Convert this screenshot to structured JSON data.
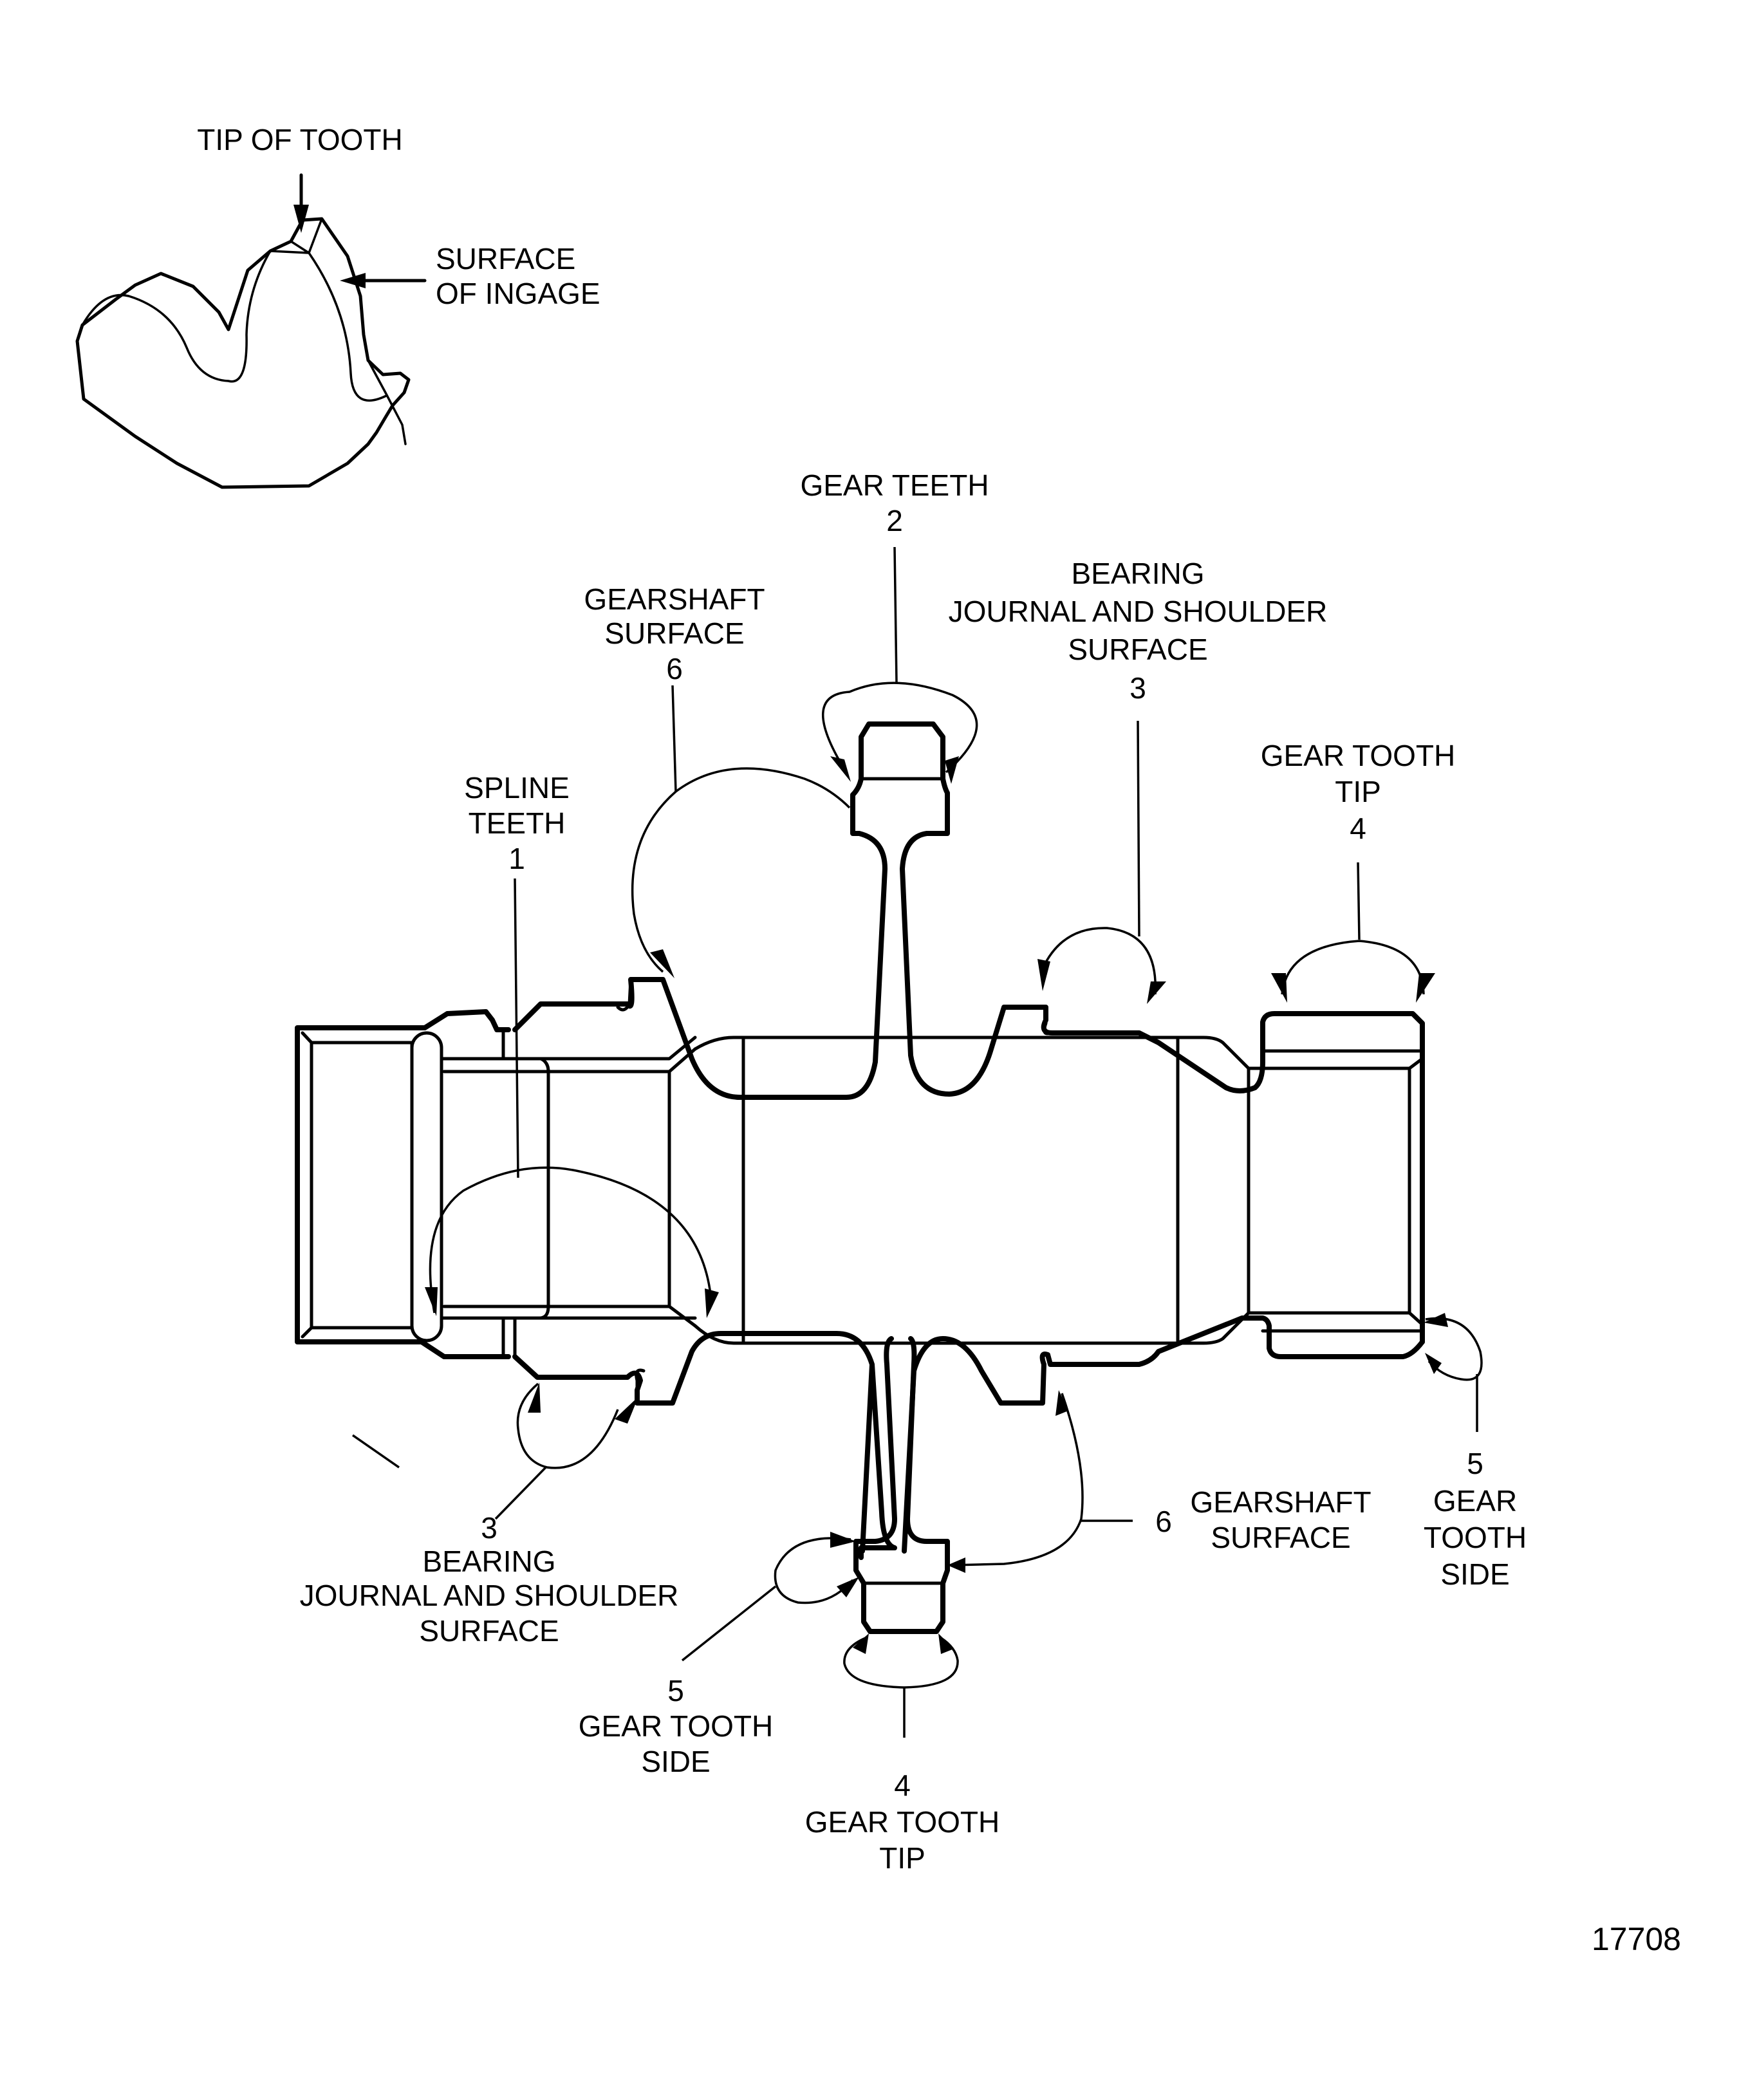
{
  "figure_number": "17708",
  "inset": {
    "tip_label": "TIP OF TOOTH",
    "surface_label": [
      "SURFACE",
      "OF INGAGE"
    ]
  },
  "callouts": [
    {
      "id": "spline-teeth-1",
      "number": "1",
      "lines": [
        "SPLINE",
        "TEETH"
      ]
    },
    {
      "id": "gear-teeth-2",
      "number": "2",
      "lines": [
        "GEAR TEETH"
      ]
    },
    {
      "id": "bearing-journal-3-top",
      "number": "3",
      "lines": [
        "BEARING",
        "JOURNAL AND SHOULDER",
        "SURFACE"
      ]
    },
    {
      "id": "bearing-journal-3-bottom",
      "number": "3",
      "lines": [
        "BEARING",
        "JOURNAL AND SHOULDER",
        "SURFACE"
      ]
    },
    {
      "id": "gear-tooth-tip-4-top",
      "number": "4",
      "lines": [
        "GEAR TOOTH",
        "TIP"
      ]
    },
    {
      "id": "gear-tooth-tip-4-bottom",
      "number": "4",
      "lines": [
        "GEAR TOOTH",
        "TIP"
      ]
    },
    {
      "id": "gear-tooth-side-5-bottom",
      "number": "5",
      "lines": [
        "GEAR TOOTH",
        "SIDE"
      ]
    },
    {
      "id": "gear-tooth-side-5-right",
      "number": "5",
      "lines": [
        "GEAR",
        "TOOTH",
        "SIDE"
      ]
    },
    {
      "id": "gearshaft-surface-6-top",
      "number": "6",
      "lines": [
        "GEARSHAFT",
        "SURFACE"
      ]
    },
    {
      "id": "gearshaft-surface-6-bottom",
      "number": "6",
      "lines": [
        "GEARSHAFT",
        "SURFACE"
      ]
    }
  ]
}
